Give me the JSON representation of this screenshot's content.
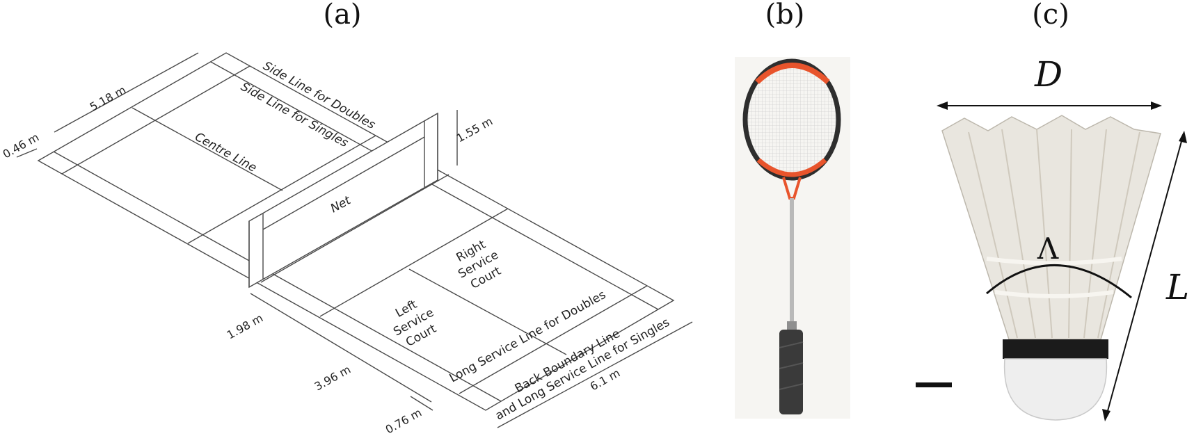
{
  "panels": {
    "a": {
      "label": "(a)"
    },
    "b": {
      "label": "(b)"
    },
    "c": {
      "label": "(c)"
    }
  },
  "court": {
    "side_line_doubles": "Side Line for Doubles",
    "side_line_singles": "Side Line for Singles",
    "centre_line": "Centre Line",
    "net": "Net",
    "right_service_court": [
      "Right",
      "Service",
      "Court"
    ],
    "left_service_court": [
      "Left",
      "Service",
      "Court"
    ],
    "long_service_line_doubles": "Long Service Line for Doubles",
    "back_boundary": [
      "Back Boundary Line",
      "and Long Service Line for Singles"
    ],
    "dims": {
      "d046": "0.46 m",
      "d518": "5.18 m",
      "d155": "1.55 m",
      "d198": "1.98 m",
      "d396": "3.96 m",
      "d076": "0.76 m",
      "d61": "6.1 m"
    }
  },
  "shuttlecock": {
    "D": "D",
    "L": "L",
    "Lambda": "Λ"
  },
  "colors": {
    "racket_frame": "#e8542c",
    "racket_frame_dark": "#2e2e2e",
    "grip": "#3a3a3a",
    "feather": "#e9e6df",
    "band": "#1b1b1b",
    "cork": "#eeeeee"
  }
}
